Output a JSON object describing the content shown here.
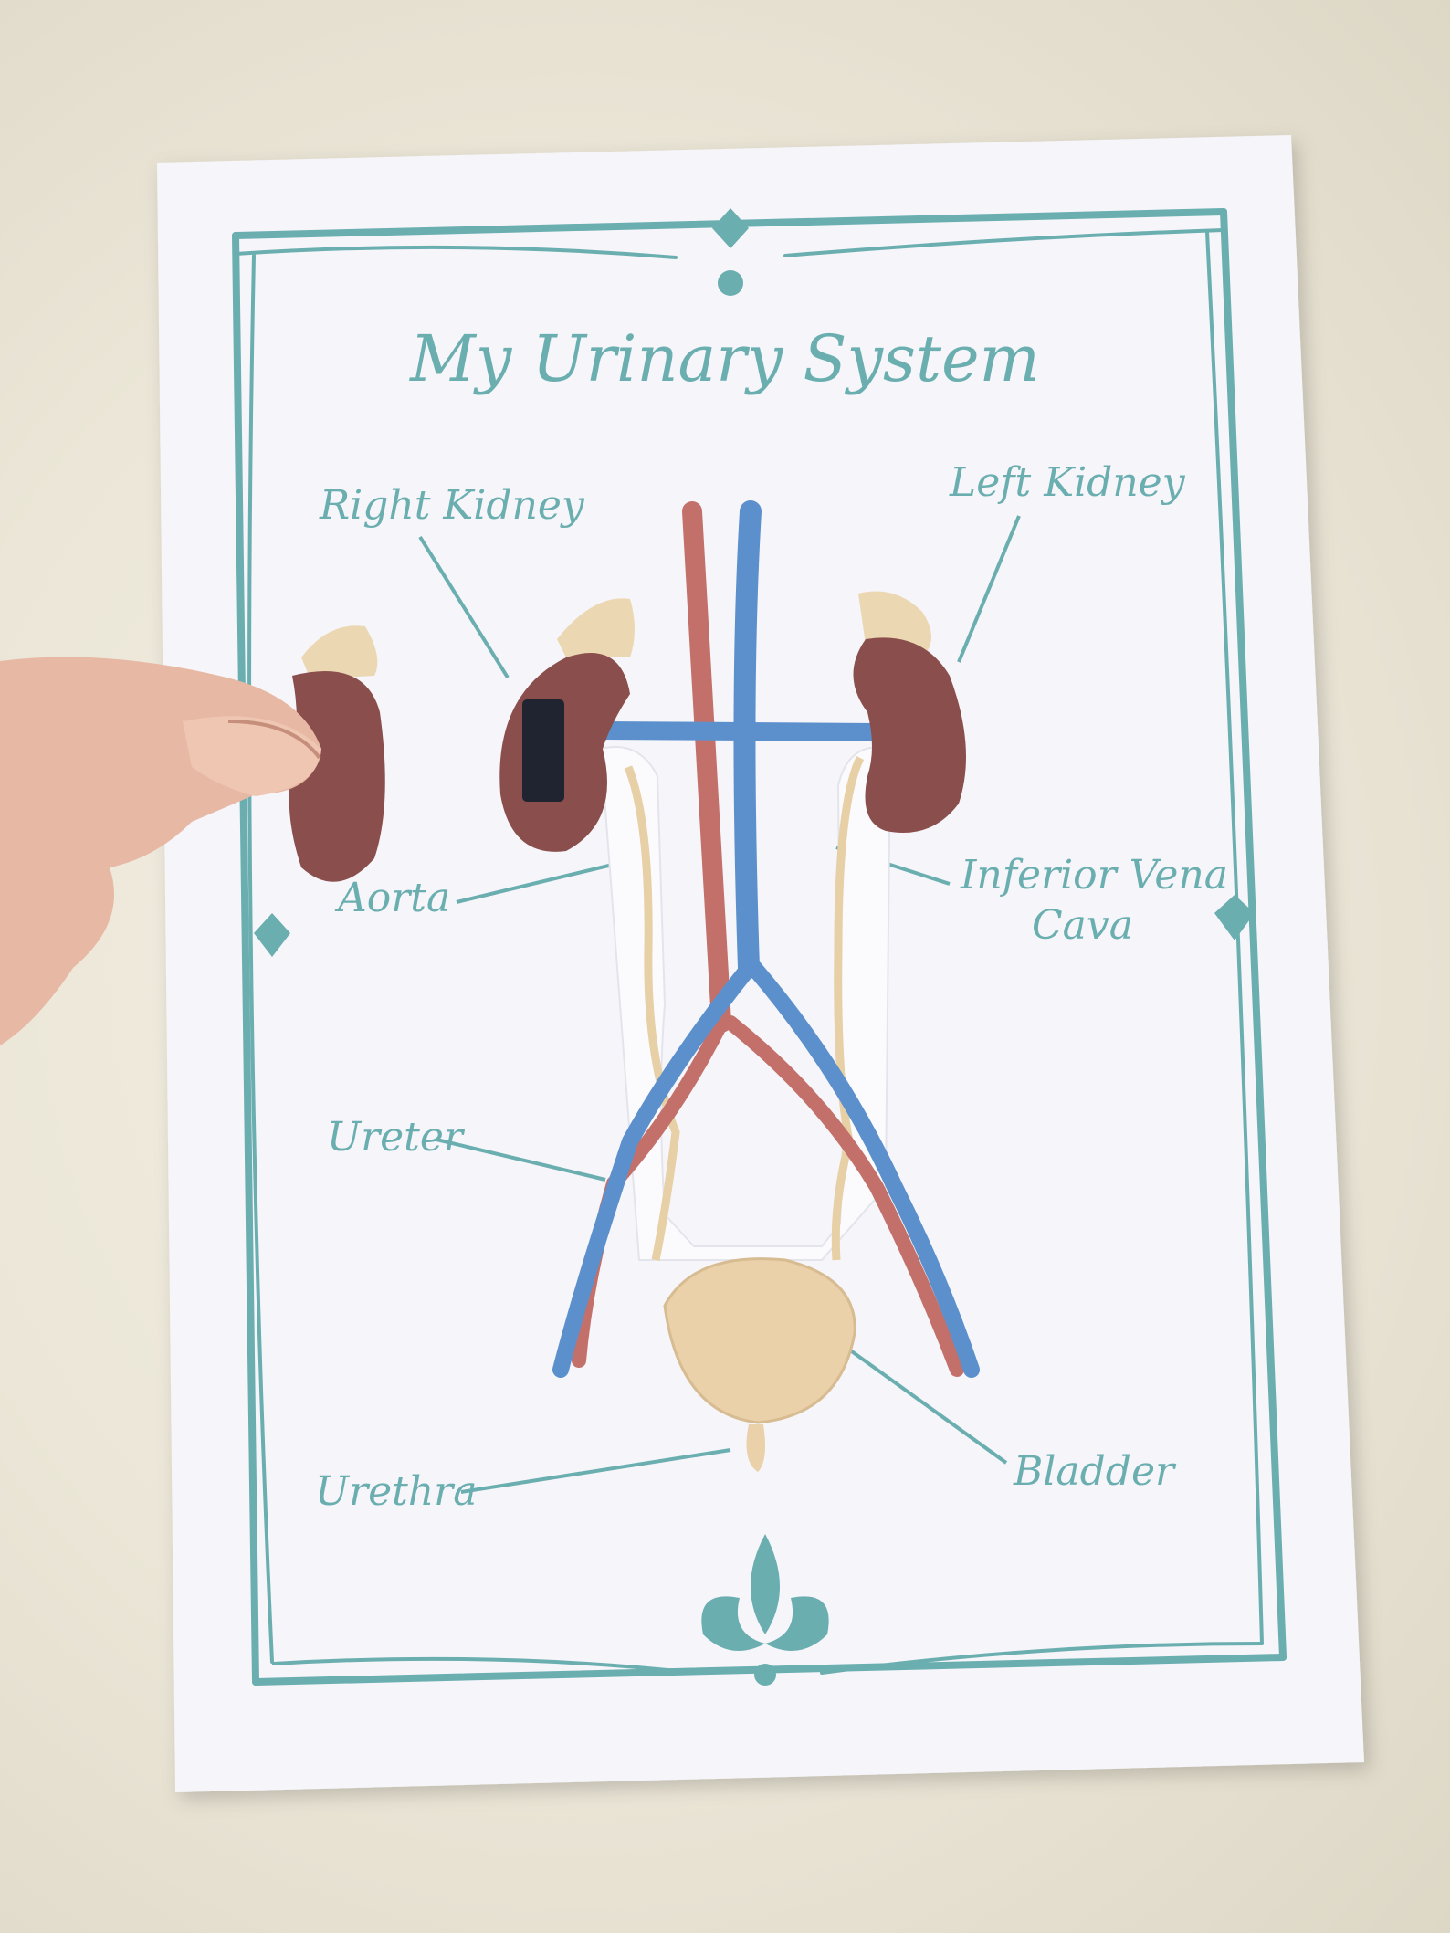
{
  "title": "My Urinary System",
  "labels": {
    "right_kidney": "Right Kidney",
    "left_kidney": "Left Kidney",
    "aorta": "Aorta",
    "ivc_line1": "Inferior Vena",
    "ivc_line2": "Cava",
    "ureter": "Ureter",
    "bladder": "Bladder",
    "urethra": "Urethra"
  },
  "colors": {
    "teal": "#6aaeb0",
    "kidney": "#8a4f4d",
    "adrenal": "#ecd7b3",
    "artery": "#c4706a",
    "vein": "#5c90cc",
    "bladder": "#ead1aa",
    "paper": "#f5f5fa"
  }
}
